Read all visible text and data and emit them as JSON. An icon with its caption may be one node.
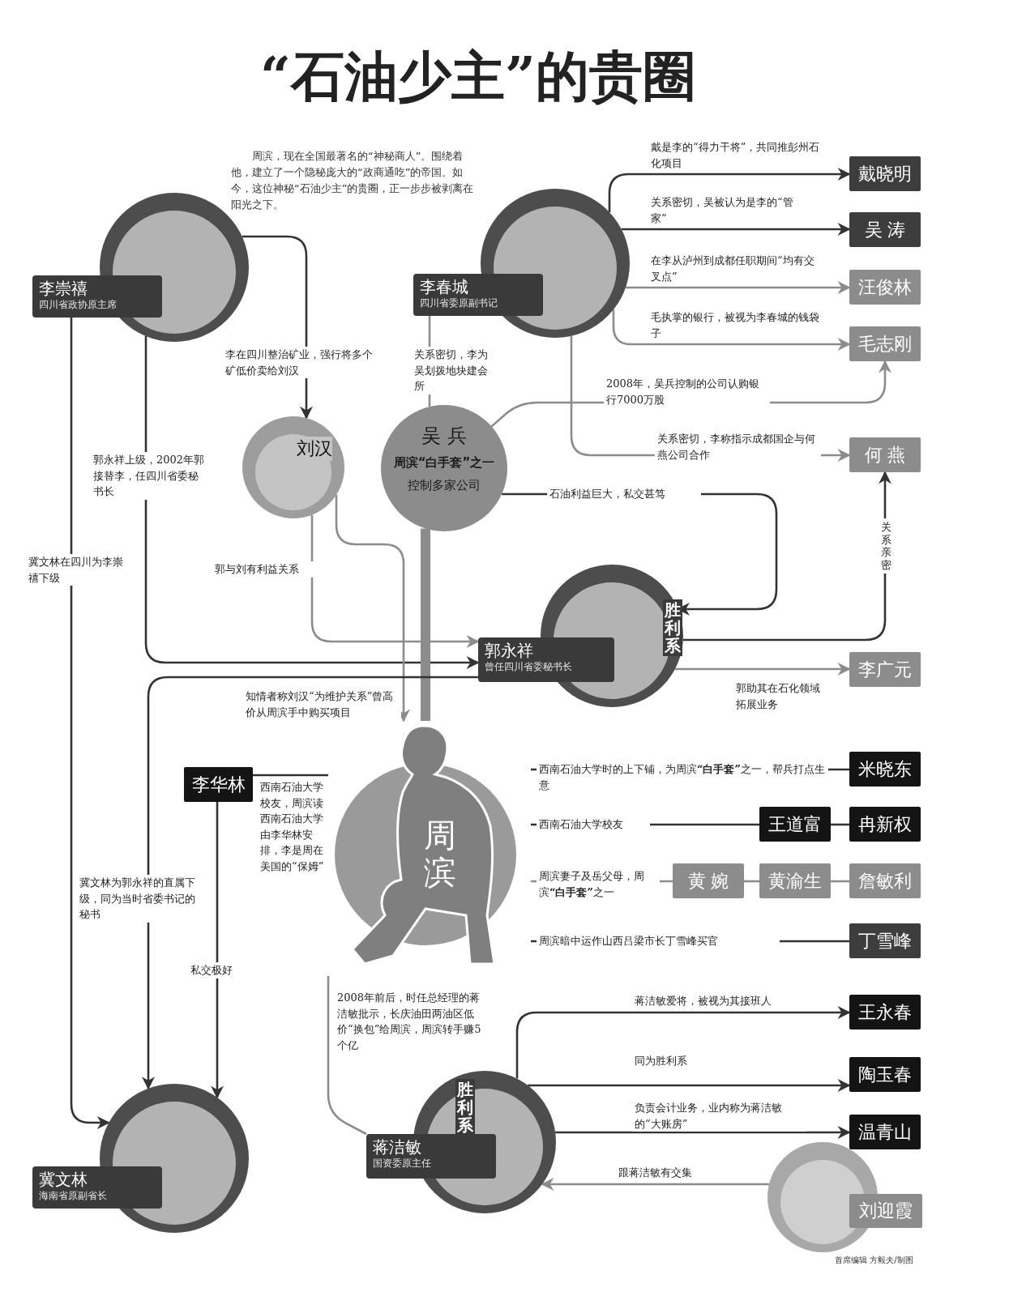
{
  "diagram": {
    "title": "“石油少主”的贵圈",
    "nodes": [
      {
        "text": [
          "李崇禧",
          "四川省政协原主席"
        ]
      },
      {
        "text": [
          "李春城",
          "四川省委原副书记"
        ]
      },
      {
        "text": [
          "戴晓明"
        ]
      },
      {
        "text": [
          "吴 涛"
        ]
      },
      {
        "text": [
          "汪俊林"
        ]
      },
      {
        "text": [
          "毛志刚"
        ]
      },
      {
        "text": [
          "刘汉"
        ]
      },
      {
        "text": [
          "吴 兵",
          "周滨“白手套”之一",
          "控制多家公司"
        ]
      },
      {
        "text": [
          "何 燕"
        ]
      },
      {
        "text": [
          "郭永祥",
          "曾任四川省委秘书长",
          "胜利系"
        ]
      },
      {
        "text": [
          "李广元"
        ]
      },
      {
        "text": [
          "李华林"
        ]
      },
      {
        "text": [
          "周滨"
        ]
      },
      {
        "text": [
          "米晓东"
        ]
      },
      {
        "text": [
          "王道富"
        ]
      },
      {
        "text": [
          "冉新权"
        ]
      },
      {
        "text": [
          "黄 婉"
        ]
      },
      {
        "text": [
          "黄渝生"
        ]
      },
      {
        "text": [
          "詹敏利"
        ]
      },
      {
        "text": [
          "丁雪峰"
        ]
      },
      {
        "text": [
          "王永春"
        ]
      },
      {
        "text": [
          "陶玉春"
        ]
      },
      {
        "text": [
          "温青山"
        ]
      },
      {
        "text": [
          "蒋洁敏",
          "国资委原主任",
          "胜利系"
        ]
      },
      {
        "text": [
          "冀文林",
          "海南省原副省长"
        ]
      },
      {
        "text": [
          "刘迎霞"
        ]
      }
    ],
    "edges": [
      {
        "from": 1,
        "to": 2,
        "arrow": "to",
        "label": "戴是李的“得力干将”，共同推彭州石化项目"
      },
      {
        "from": 1,
        "to": 3,
        "arrow": "to",
        "label": "关系密切，吴被认为是李的“管家”"
      },
      {
        "from": 1,
        "to": 4,
        "arrow": "to",
        "label": "在李从泸州到成都任职期间“均有交叉点”",
        "color": "#8c8c8c"
      },
      {
        "from": 1,
        "to": 5,
        "arrow": "to",
        "label": "毛执掌的银行，被视为李春城的钱袋子",
        "color": "#8c8c8c"
      },
      {
        "from": 7,
        "to": 5,
        "arrow": "to",
        "label": "2008年，吴兵控制的公司认购银行7000万股",
        "color": "#8c8c8c"
      },
      {
        "from": 1,
        "to": 8,
        "arrow": "to",
        "label": "关系密切，李称指示成都国企与何燕公司合作",
        "color": "#8c8c8c"
      },
      {
        "from": 1,
        "to": 7,
        "arrow": "none",
        "label": "关系密切，李为吴划拨地块建会所",
        "color": "#8c8c8c"
      },
      {
        "from": 0,
        "to": 6,
        "arrow": "to",
        "label": "李在四川整治矿业，强行将多个矿低价卖给刘汉"
      },
      {
        "from": 7,
        "to": 9,
        "arrow": "to",
        "label": "石油利益巨大，私交甚笃"
      },
      {
        "from": 9,
        "to": 8,
        "arrow": "to",
        "label": "关系亲密"
      },
      {
        "from": 9,
        "to": 10,
        "arrow": "to",
        "label": "郭助其在石化领域拓展业务",
        "color": "#8c8c8c"
      },
      {
        "from": 0,
        "to": 9,
        "arrow": "to",
        "label": "郭永祥上级，2002年郭接替李，任四川省委秘书长"
      },
      {
        "from": 6,
        "to": 9,
        "arrow": "to",
        "label": "郭与刘有利益关系",
        "color": "#8c8c8c"
      },
      {
        "from": 6,
        "to": 12,
        "arrow": "to",
        "label": "知情者称刘汉“为维护关系”曾高价从周滨手中购买项目",
        "color": "#8c8c8c"
      },
      {
        "from": 7,
        "to": 12,
        "arrow": "none",
        "style": "thick",
        "color": "#8c8c8c"
      },
      {
        "from": 0,
        "to": 24,
        "arrow": "to",
        "label": "冀文林在四川为李崇禧下级"
      },
      {
        "from": 9,
        "to": 24,
        "arrow": "to",
        "label": "冀文林为郭永祥的直属下级，同为当时省委书记的秘书"
      },
      {
        "from": 11,
        "to": 24,
        "arrow": "to",
        "label": "私交极好"
      },
      {
        "from": 11,
        "to": 12,
        "arrow": "none",
        "label": "西南石油大学校友，周滨读西南石油大学由李华林安排，李是周在美国的“保姆”"
      },
      {
        "from": 12,
        "to": 13,
        "arrow": "none",
        "label": "西南石油大学时的上下铺，为周滨**“白手套”**之一，帮兵打点生意"
      },
      {
        "from": 12,
        "to": 14,
        "arrow": "none",
        "label": "西南石油大学校友"
      },
      {
        "from": 14,
        "to": 15,
        "arrow": "none"
      },
      {
        "from": 12,
        "to": 16,
        "arrow": "none",
        "label": "周滨妻子及岳父母，周滨**“白手套”**之一",
        "color": "#8c8c8c"
      },
      {
        "from": 16,
        "to": 17,
        "arrow": "none",
        "color": "#8c8c8c"
      },
      {
        "from": 17,
        "to": 18,
        "arrow": "none",
        "color": "#8c8c8c"
      },
      {
        "from": 12,
        "to": 19,
        "arrow": "none",
        "label": "周滨暗中运作山西吕梁市长丁雪峰买官"
      },
      {
        "from": 23,
        "to": 12,
        "arrow": "none",
        "label": "2008年前后，时任总经理的蒋洁敏批示，长庆油田两油区低价“换包”给周滨，周滨转手赚5个亿",
        "color": "#8c8c8c"
      },
      {
        "from": 23,
        "to": 20,
        "arrow": "to",
        "label": "蒋洁敏爱将，被视为其接班人"
      },
      {
        "from": 23,
        "to": 21,
        "arrow": "to",
        "label": "同为胜利系"
      },
      {
        "from": 23,
        "to": 22,
        "arrow": "to",
        "label": "负责会计业务，业内称为蒋洁敏的“大账房”"
      },
      {
        "from": 25,
        "to": 23,
        "arrow": "to",
        "label": "跟蒋洁敏有交集",
        "color": "#8c8c8c"
      }
    ],
    "labels": [
      "周滨，现在全国最著名的“神秘商人”。围绕着他，建立了一个隐秘庞大的“政商通吃”的帝国。如今，这位神秘“石油少主”的贵圈，正一步步被剥离在阳光之下。",
      "首席编辑 方毅夫/制图"
    ]
  }
}
